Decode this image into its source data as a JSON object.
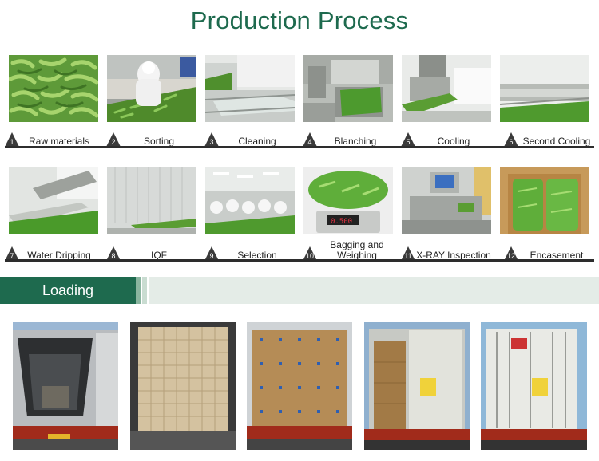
{
  "title": "Production Process",
  "steps": [
    {
      "num": "1",
      "label": "Raw materials"
    },
    {
      "num": "2",
      "label": "Sorting"
    },
    {
      "num": "3",
      "label": "Cleaning"
    },
    {
      "num": "4",
      "label": "Blanching"
    },
    {
      "num": "5",
      "label": "Cooling"
    },
    {
      "num": "6",
      "label": "Second Cooling"
    },
    {
      "num": "7",
      "label": "Water Dripping"
    },
    {
      "num": "8",
      "label": "IQF"
    },
    {
      "num": "9",
      "label": "Selection"
    },
    {
      "num": "10",
      "label": "Bagging and Weighing"
    },
    {
      "num": "11",
      "label": "X-RAY Inspection"
    },
    {
      "num": "12",
      "label": "Encasement"
    }
  ],
  "loading": {
    "label": "Loading"
  },
  "colors": {
    "brand_green": "#1e6a4e",
    "pea_green": "#6fae3e",
    "rule": "#2d2d2d"
  }
}
